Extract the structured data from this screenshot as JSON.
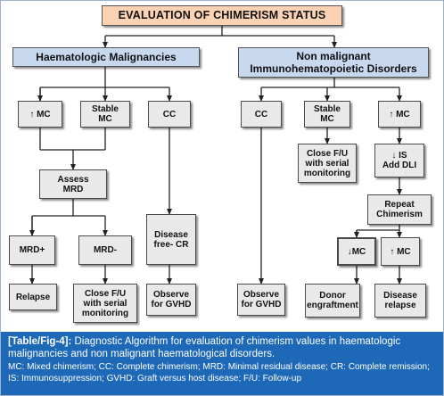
{
  "diagram": {
    "title": "EVALUATION OF CHIMERISM STATUS",
    "left_category": "Haematologic Malignancies",
    "right_category": "Non malignant\nImmunohematopoietic Disorders",
    "left": {
      "up_mc": "↑ MC",
      "stable_mc": "Stable\nMC",
      "cc": "CC",
      "assess_mrd": "Assess\nMRD",
      "mrd_pos": "MRD+",
      "mrd_neg": "MRD-",
      "relapse": "Relapse",
      "close_fu": "Close F/U\nwith serial\nmonitoring",
      "disease_free": "Disease\nfree- CR",
      "observe": "Observe\nfor GVHD"
    },
    "right": {
      "cc": "CC",
      "stable_mc": "Stable\nMC",
      "up_mc": "↑ MC",
      "observe": "Observe\nfor GVHD",
      "close_fu": "Close F/U\nwith serial\nmonitoring",
      "down_is_dli": "↓ IS\nAdd DLI",
      "repeat_chimerism": "Repeat\nChimerism",
      "down_mc": "↓MC",
      "up_mc2": "↑ MC",
      "donor_engraftment": "Donor\nengraftment",
      "disease_relapse": "Disease\nrelapse"
    }
  },
  "caption": {
    "label": "[Table/Fig-4]:",
    "text": " Diagnostic Algorithm for evaluation of chimerism values in haematologic malignancies and non malignant haematological disorders.",
    "abbreviations": "MC: Mixed chimerism; CC: Complete chimerism; MRD: Minimal residual disease; CR: Complete remission; IS: Immunosuppression; GVHD: Graft versus host disease; F/U: Follow-up"
  },
  "colors": {
    "title_box": "#fbd3b4",
    "category_box": "#c8d8ef",
    "node_box": "#e9e9e9",
    "caption_bg": "#1e68b8"
  }
}
